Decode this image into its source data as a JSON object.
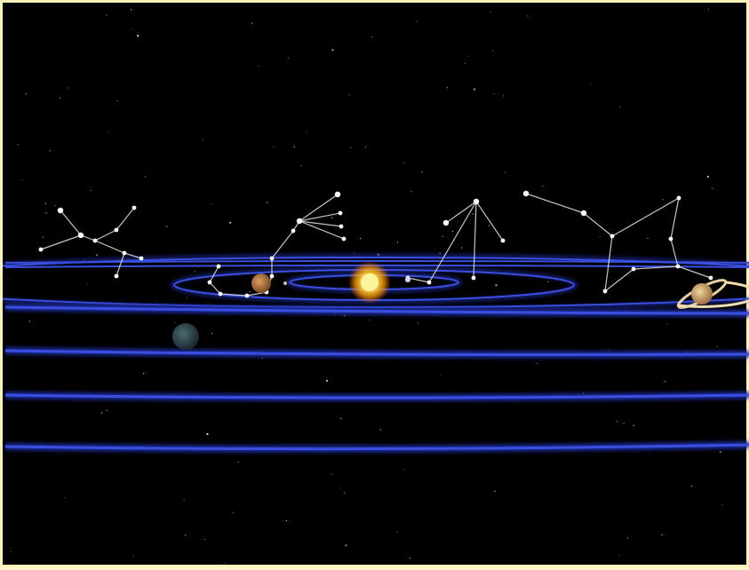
{
  "scene": {
    "description_colors": {
      "space": "#000000",
      "orbit": "#3a4fe0",
      "orbit_glow": "#1c2a9a",
      "constellation_line": "#e8e8e8",
      "star": "#ffffff",
      "sun_core": "#fff6a0",
      "sun_glow": "#ffb000",
      "border": "#fbf3b8"
    },
    "bodies": [
      "sun",
      "mercury",
      "mars",
      "neptune",
      "saturn"
    ],
    "constellation_count": 4,
    "orbit_count": 8
  }
}
